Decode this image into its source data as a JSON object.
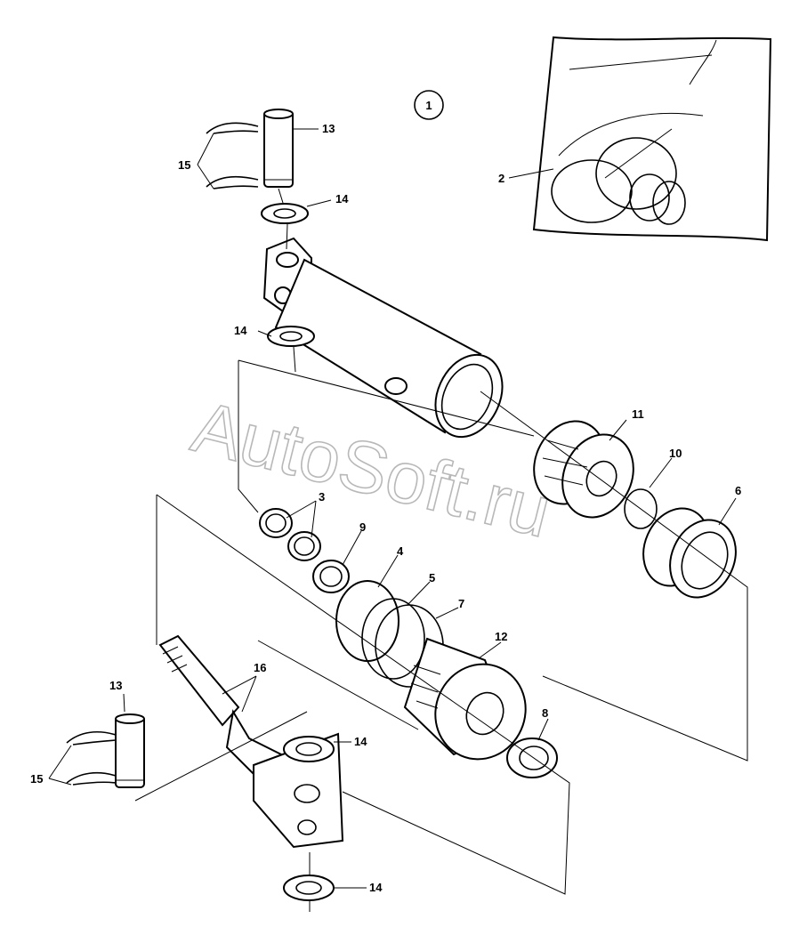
{
  "diagram": {
    "circle_label": "1",
    "watermark": "AutoSoft.ru",
    "labels": {
      "n2": "2",
      "n3": "3",
      "n4": "4",
      "n5": "5",
      "n6": "6",
      "n7": "7",
      "n8": "8",
      "n9": "9",
      "n10": "10",
      "n11": "11",
      "n12": "12",
      "n13a": "13",
      "n13b": "13",
      "n14a": "14",
      "n14b": "14",
      "n14c": "14",
      "n14d": "14",
      "n15a": "15",
      "n15b": "15",
      "n16": "16"
    }
  }
}
